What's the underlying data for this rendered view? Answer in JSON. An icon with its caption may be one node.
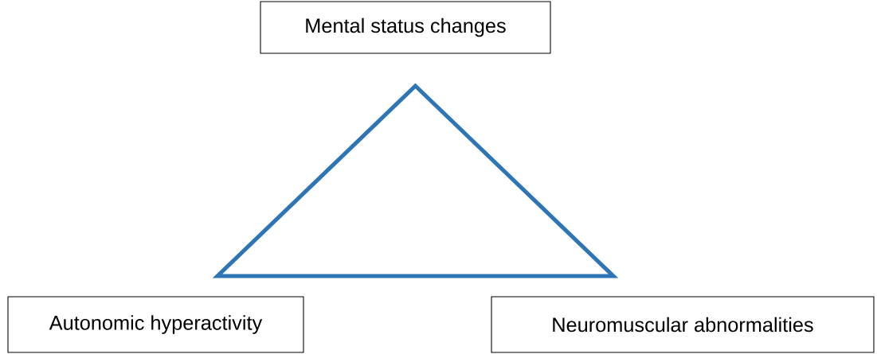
{
  "diagram": {
    "nodes": [
      {
        "text": [
          "Mental status changes"
        ]
      },
      {
        "text": [],
        "shape": "triangle"
      },
      {
        "text": [
          "Autonomic hyperactivity"
        ]
      },
      {
        "text": [
          "Neuromuscular abnormalities"
        ]
      }
    ]
  }
}
